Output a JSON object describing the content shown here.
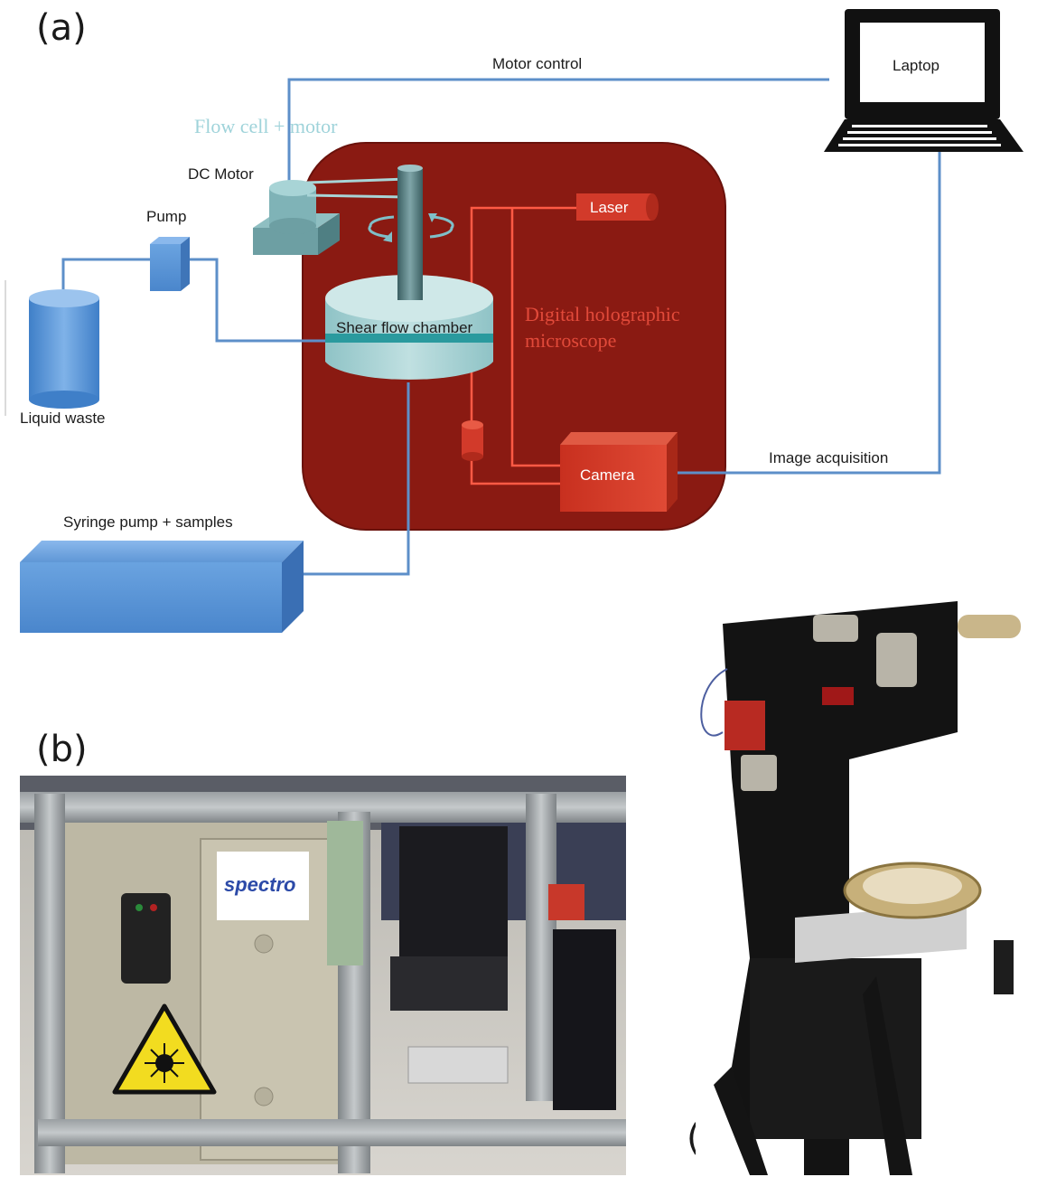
{
  "panels": {
    "a": "(a)",
    "b": "(b)",
    "c": "(c)"
  },
  "diagram": {
    "motor_control": "Motor control",
    "laptop": "Laptop",
    "flow_cell_motor": "Flow cell + motor",
    "dc_motor": "DC Motor",
    "pump": "Pump",
    "laser": "Laser",
    "shear_flow_chamber": "Shear flow chamber",
    "dhm_line1": "Digital holographic",
    "dhm_line2": "microscope",
    "liquid_waste": "Liquid waste",
    "camera": "Camera",
    "image_acquisition": "Image acquisition",
    "syringe_pump": "Syringe pump + samples"
  },
  "photo_b": {
    "logo_text": "spectro"
  },
  "colors": {
    "enclosure": "#8a1a12",
    "optics_red": "#d23a2a",
    "blue_line": "#5d8fc9",
    "cyan_label": "#9fd3da",
    "component_blue": "#4f8fd4",
    "chamber_teal": "#9fd0d2"
  }
}
